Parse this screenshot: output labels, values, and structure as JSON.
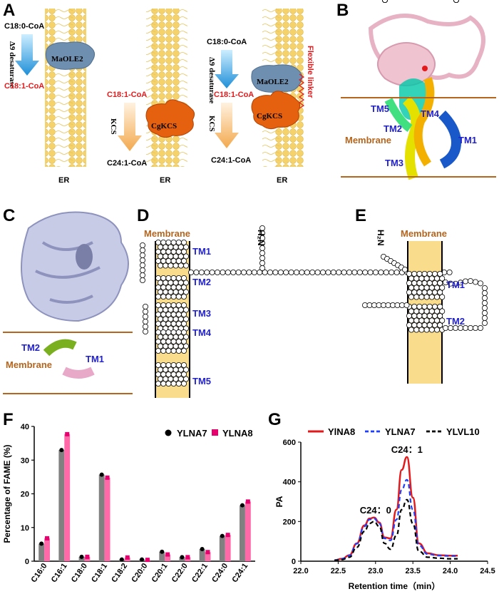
{
  "panels": {
    "A": {
      "label": "A",
      "er_label": "ER",
      "left": {
        "substrate": "C18:0-CoA",
        "enzyme_type": "Δ9 desaturase",
        "product": "C18:1-CoA",
        "enzyme": "MaOLE2"
      },
      "middle": {
        "substrate": "C18:1-CoA",
        "enzyme_type": "KCS",
        "product": "C24:1-CoA",
        "enzyme": "CgKCS"
      },
      "right": {
        "substrate": "C18:0-CoA",
        "enzyme_type1": "Δ9 desaturase",
        "intermediate": "C18:1-CoA",
        "enzyme_type2": "KCS",
        "product": "C24:1-CoA",
        "enzyme1": "MaOLE2",
        "enzyme2": "CgKCS",
        "linker": "Flexible linker"
      }
    },
    "B": {
      "label": "B",
      "membrane": "Membrane",
      "tms": [
        "TM5",
        "TM4",
        "TM2",
        "TM1",
        "TM3"
      ]
    },
    "C": {
      "label": "C",
      "membrane": "Membrane",
      "tms": [
        "TM2",
        "TM1"
      ]
    },
    "D": {
      "label": "D",
      "membrane": "Membrane",
      "nterm": "H₂N",
      "tms": [
        "TM1",
        "TM2",
        "TM3",
        "TM4",
        "TM5"
      ]
    },
    "E": {
      "label": "E",
      "membrane": "Membrane",
      "nterm": "H₂N",
      "tms": [
        "TM1",
        "TM2"
      ]
    },
    "F": {
      "label": "F"
    },
    "G": {
      "label": "G"
    }
  },
  "colors": {
    "gray_bar": "#808080",
    "pink_bar": "#ff69a8",
    "red_line": "#e31a1c",
    "blue_line": "#1f3fff",
    "black_line": "#000000",
    "membrane_line": "#b5651d",
    "membrane_fill": "#f9dd8c"
  },
  "chart_data": [
    {
      "type": "bar",
      "ylabel": "Percentage of FAME (%)",
      "ylim": [
        0,
        40
      ],
      "yticks": [
        0,
        10,
        20,
        30,
        40
      ],
      "categories": [
        "C16:0",
        "C16:1",
        "C18:0",
        "C18:1",
        "C18:2",
        "C20:0",
        "C20:1",
        "C22:0",
        "C22:1",
        "C24:0",
        "C24:1"
      ],
      "series": [
        {
          "name": "YLNA7",
          "values": [
            5.2,
            33.0,
            1.3,
            25.7,
            0.5,
            0.5,
            2.8,
            1.2,
            3.6,
            7.5,
            16.6
          ]
        },
        {
          "name": "YLNA8",
          "values": [
            6.8,
            37.7,
            1.3,
            24.8,
            1.1,
            0.4,
            2.0,
            1.2,
            2.7,
            7.8,
            17.7
          ]
        }
      ],
      "legend": "top-right"
    },
    {
      "type": "line",
      "xlabel": "Retention time（min）",
      "ylabel": "PA",
      "xlim": [
        22.0,
        24.5
      ],
      "ylim": [
        0,
        600
      ],
      "xticks": [
        22.0,
        22.5,
        23.0,
        23.5,
        24.0,
        24.5
      ],
      "yticks": [
        0,
        200,
        400,
        600
      ],
      "peak_labels": [
        {
          "text": "C24：0",
          "x": 23.0,
          "y": 220
        },
        {
          "text": "C24：1",
          "x": 23.42,
          "y": 525
        }
      ],
      "x": [
        22.45,
        22.55,
        22.65,
        22.75,
        22.85,
        22.92,
        22.98,
        23.05,
        23.12,
        23.2,
        23.28,
        23.35,
        23.42,
        23.5,
        23.58,
        23.7,
        23.85,
        24.0,
        24.1
      ],
      "series": [
        {
          "name": "YlNA8",
          "values": [
            5,
            12,
            30,
            90,
            180,
            215,
            220,
            195,
            120,
            115,
            260,
            460,
            525,
            320,
            90,
            40,
            30,
            28,
            28
          ]
        },
        {
          "name": "YLNA7",
          "values": [
            5,
            12,
            28,
            88,
            175,
            210,
            215,
            190,
            115,
            105,
            210,
            360,
            410,
            260,
            80,
            35,
            28,
            26,
            26
          ]
        },
        {
          "name": "YLVL10",
          "values": [
            4,
            8,
            20,
            70,
            150,
            190,
            200,
            175,
            90,
            60,
            130,
            260,
            310,
            190,
            50,
            20,
            15,
            12,
            12
          ]
        }
      ],
      "legend": "top"
    }
  ]
}
